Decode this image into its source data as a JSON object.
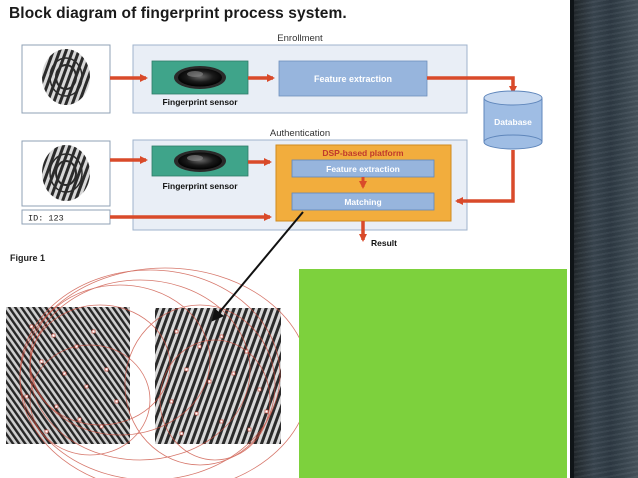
{
  "slide": {
    "title": "Block diagram of fingerprint process system."
  },
  "diagram": {
    "enrollment_label": "Enrollment",
    "authentication_label": "Authentication",
    "sensor_label": "Fingerprint sensor",
    "feature_extraction": "Feature extraction",
    "database": "Database",
    "dsp_platform": "DSP-based platform",
    "matching": "Matching",
    "result": "Result",
    "id_field": "ID: 123",
    "figure_caption": "Figure 1"
  },
  "colors": {
    "panel": "#e9eef6",
    "sensor_box": "#3fa48a",
    "feature_box": "#97b5dd",
    "dsp_box": "#f2ad3d",
    "arrow": "#d94a2a",
    "accent_green": "#7dd13d"
  }
}
